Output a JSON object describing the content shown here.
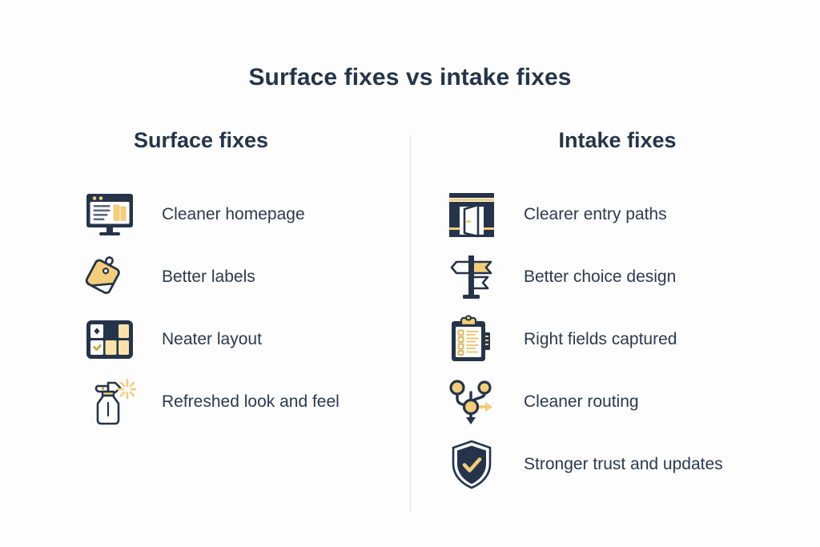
{
  "title": "Surface fixes vs intake fixes",
  "colors": {
    "ink": "#25344a",
    "gold": "#f3cd79",
    "gold_light": "#fae2ab",
    "paper": "#ffffff",
    "divider": "#dfe3e8"
  },
  "columns": [
    {
      "heading": "Surface fixes",
      "items": [
        {
          "icon": "monitor-window-icon",
          "label": "Cleaner homepage"
        },
        {
          "icon": "price-tag-icon",
          "label": "Better labels"
        },
        {
          "icon": "layout-grid-icon",
          "label": "Neater layout"
        },
        {
          "icon": "spray-bottle-sparkle-icon",
          "label": "Refreshed look and feel"
        }
      ]
    },
    {
      "heading": "Intake fixes",
      "items": [
        {
          "icon": "open-door-icon",
          "label": "Clearer entry paths"
        },
        {
          "icon": "signpost-icon",
          "label": "Better choice design"
        },
        {
          "icon": "clipboard-checklist-icon",
          "label": "Right fields captured"
        },
        {
          "icon": "routing-nodes-icon",
          "label": "Cleaner routing"
        },
        {
          "icon": "shield-check-icon",
          "label": "Stronger trust and updates"
        }
      ]
    }
  ]
}
